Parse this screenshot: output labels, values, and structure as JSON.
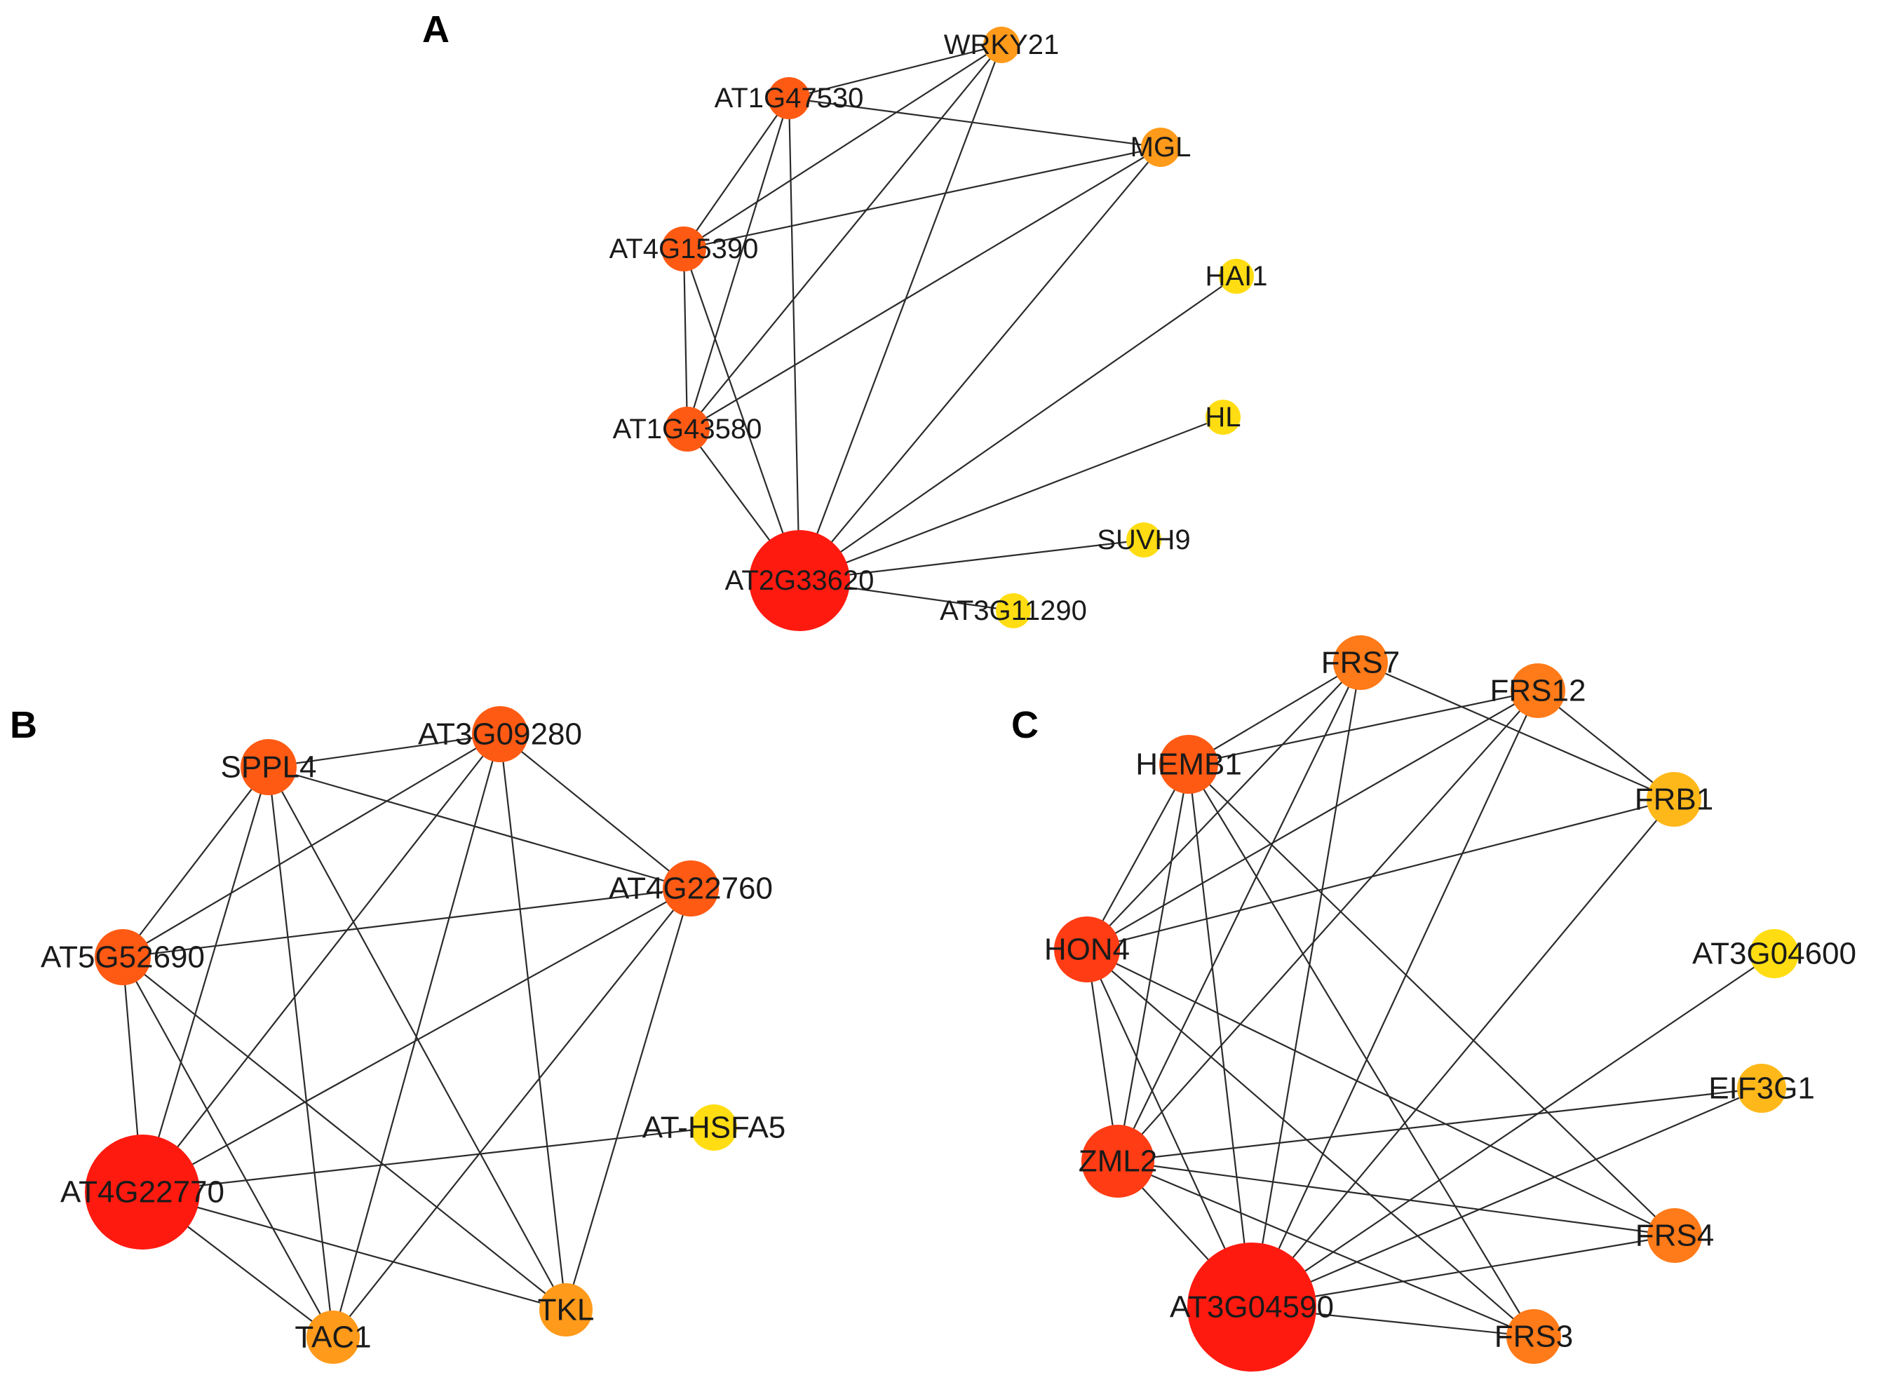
{
  "colors": {
    "red": "#ff1a10",
    "red_orange": "#ff3c14",
    "orange_red": "#ff5a14",
    "orange": "#ff7a18",
    "light_orange": "#ff9a1a",
    "amber": "#ffb81a",
    "yellow": "#ffdd12"
  },
  "panels": [
    {
      "id": "A",
      "label": "A",
      "nodes": [
        {
          "id": "WRKY21",
          "label": "WRKY21",
          "color": "light_orange"
        },
        {
          "id": "AT1G47530",
          "label": "AT1G47530",
          "color": "orange_red"
        },
        {
          "id": "MGL",
          "label": "MGL",
          "color": "light_orange"
        },
        {
          "id": "AT4G15390",
          "label": "AT4G15390",
          "color": "orange_red"
        },
        {
          "id": "HAI1",
          "label": "HAI1",
          "color": "yellow"
        },
        {
          "id": "AT1G43580",
          "label": "AT1G43580",
          "color": "orange_red"
        },
        {
          "id": "HL",
          "label": "HL",
          "color": "yellow"
        },
        {
          "id": "SUVH9",
          "label": "SUVH9",
          "color": "yellow"
        },
        {
          "id": "AT2G33620",
          "label": "AT2G33620",
          "color": "red"
        },
        {
          "id": "AT3G11290",
          "label": "AT3G11290",
          "color": "yellow"
        }
      ],
      "edges": [
        [
          "AT1G47530",
          "WRKY21"
        ],
        [
          "AT1G47530",
          "MGL"
        ],
        [
          "AT1G47530",
          "AT4G15390"
        ],
        [
          "AT1G47530",
          "AT1G43580"
        ],
        [
          "AT1G47530",
          "AT2G33620"
        ],
        [
          "WRKY21",
          "AT4G15390"
        ],
        [
          "WRKY21",
          "AT1G43580"
        ],
        [
          "WRKY21",
          "AT2G33620"
        ],
        [
          "MGL",
          "AT4G15390"
        ],
        [
          "MGL",
          "AT1G43580"
        ],
        [
          "MGL",
          "AT2G33620"
        ],
        [
          "AT4G15390",
          "AT1G43580"
        ],
        [
          "AT4G15390",
          "AT2G33620"
        ],
        [
          "AT1G43580",
          "AT2G33620"
        ],
        [
          "AT2G33620",
          "HAI1"
        ],
        [
          "AT2G33620",
          "HL"
        ],
        [
          "AT2G33620",
          "SUVH9"
        ],
        [
          "AT2G33620",
          "AT3G11290"
        ]
      ]
    },
    {
      "id": "B",
      "label": "B",
      "nodes": [
        {
          "id": "SPPL4",
          "label": "SPPL4",
          "color": "orange_red"
        },
        {
          "id": "AT3G09280",
          "label": "AT3G09280",
          "color": "orange_red"
        },
        {
          "id": "AT4G22760",
          "label": "AT4G22760",
          "color": "orange_red"
        },
        {
          "id": "AT5G52690",
          "label": "AT5G52690",
          "color": "orange_red"
        },
        {
          "id": "AT-HSFA5",
          "label": "AT-HSFA5",
          "color": "yellow"
        },
        {
          "id": "AT4G22770",
          "label": "AT4G22770",
          "color": "red"
        },
        {
          "id": "TAC1",
          "label": "TAC1",
          "color": "light_orange"
        },
        {
          "id": "TKL",
          "label": "TKL",
          "color": "light_orange"
        }
      ],
      "edges": [
        [
          "SPPL4",
          "AT3G09280"
        ],
        [
          "SPPL4",
          "AT4G22760"
        ],
        [
          "SPPL4",
          "AT5G52690"
        ],
        [
          "SPPL4",
          "AT4G22770"
        ],
        [
          "SPPL4",
          "TAC1"
        ],
        [
          "SPPL4",
          "TKL"
        ],
        [
          "AT3G09280",
          "AT5G52690"
        ],
        [
          "AT3G09280",
          "AT4G22760"
        ],
        [
          "AT3G09280",
          "AT4G22770"
        ],
        [
          "AT3G09280",
          "TAC1"
        ],
        [
          "AT3G09280",
          "TKL"
        ],
        [
          "AT4G22760",
          "AT5G52690"
        ],
        [
          "AT4G22760",
          "AT4G22770"
        ],
        [
          "AT4G22760",
          "TAC1"
        ],
        [
          "AT4G22760",
          "TKL"
        ],
        [
          "AT5G52690",
          "AT4G22770"
        ],
        [
          "AT5G52690",
          "TAC1"
        ],
        [
          "AT5G52690",
          "TKL"
        ],
        [
          "AT4G22770",
          "AT-HSFA5"
        ],
        [
          "AT4G22770",
          "TAC1"
        ],
        [
          "AT4G22770",
          "TKL"
        ]
      ]
    },
    {
      "id": "C",
      "label": "C",
      "nodes": [
        {
          "id": "FRS7",
          "label": "FRS7",
          "color": "orange"
        },
        {
          "id": "FRS12",
          "label": "FRS12",
          "color": "orange"
        },
        {
          "id": "HEMB1",
          "label": "HEMB1",
          "color": "orange_red"
        },
        {
          "id": "FRB1",
          "label": "FRB1",
          "color": "amber"
        },
        {
          "id": "HON4",
          "label": "HON4",
          "color": "red_orange"
        },
        {
          "id": "AT3G04600",
          "label": "AT3G04600",
          "color": "yellow"
        },
        {
          "id": "EIF3G1",
          "label": "EIF3G1",
          "color": "amber"
        },
        {
          "id": "ZML2",
          "label": "ZML2",
          "color": "red_orange"
        },
        {
          "id": "FRS4",
          "label": "FRS4",
          "color": "orange"
        },
        {
          "id": "AT3G04590",
          "label": "AT3G04590",
          "color": "red"
        },
        {
          "id": "FRS3",
          "label": "FRS3",
          "color": "orange"
        }
      ],
      "edges": [
        [
          "FRS7",
          "FRB1"
        ],
        [
          "FRS7",
          "HEMB1"
        ],
        [
          "FRS7",
          "HON4"
        ],
        [
          "FRS7",
          "ZML2"
        ],
        [
          "FRS7",
          "AT3G04590"
        ],
        [
          "FRS12",
          "HEMB1"
        ],
        [
          "FRS12",
          "FRB1"
        ],
        [
          "FRS12",
          "HON4"
        ],
        [
          "FRS12",
          "ZML2"
        ],
        [
          "FRS12",
          "AT3G04590"
        ],
        [
          "HEMB1",
          "HON4"
        ],
        [
          "HEMB1",
          "ZML2"
        ],
        [
          "HEMB1",
          "AT3G04590"
        ],
        [
          "HEMB1",
          "FRS4"
        ],
        [
          "HEMB1",
          "FRS3"
        ],
        [
          "FRB1",
          "HON4"
        ],
        [
          "FRB1",
          "AT3G04590"
        ],
        [
          "HON4",
          "ZML2"
        ],
        [
          "HON4",
          "AT3G04590"
        ],
        [
          "HON4",
          "FRS4"
        ],
        [
          "HON4",
          "FRS3"
        ],
        [
          "ZML2",
          "AT3G04590"
        ],
        [
          "ZML2",
          "EIF3G1"
        ],
        [
          "ZML2",
          "FRS4"
        ],
        [
          "ZML2",
          "FRS3"
        ],
        [
          "AT3G04590",
          "AT3G04600"
        ],
        [
          "AT3G04590",
          "EIF3G1"
        ],
        [
          "AT3G04590",
          "FRS4"
        ],
        [
          "AT3G04590",
          "FRS3"
        ]
      ]
    }
  ]
}
